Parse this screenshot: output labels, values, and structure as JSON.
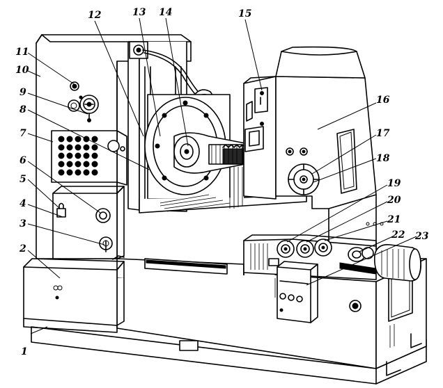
{
  "labels": [
    {
      "id": "1",
      "text": "1"
    },
    {
      "id": "2",
      "text": "2"
    },
    {
      "id": "3",
      "text": "3"
    },
    {
      "id": "4",
      "text": "4"
    },
    {
      "id": "5",
      "text": "5"
    },
    {
      "id": "6",
      "text": "6"
    },
    {
      "id": "7",
      "text": "7"
    },
    {
      "id": "8",
      "text": "8"
    },
    {
      "id": "9",
      "text": "9"
    },
    {
      "id": "10",
      "text": "10"
    },
    {
      "id": "11",
      "text": "11"
    },
    {
      "id": "12",
      "text": "12"
    },
    {
      "id": "13",
      "text": "13"
    },
    {
      "id": "14",
      "text": "14"
    },
    {
      "id": "15",
      "text": "15"
    },
    {
      "id": "16",
      "text": "16"
    },
    {
      "id": "17",
      "text": "17"
    },
    {
      "id": "18",
      "text": "18"
    },
    {
      "id": "19",
      "text": "19"
    },
    {
      "id": "20",
      "text": "20"
    },
    {
      "id": "21",
      "text": "21"
    },
    {
      "id": "22",
      "text": "22"
    },
    {
      "id": "23",
      "text": "23"
    }
  ]
}
